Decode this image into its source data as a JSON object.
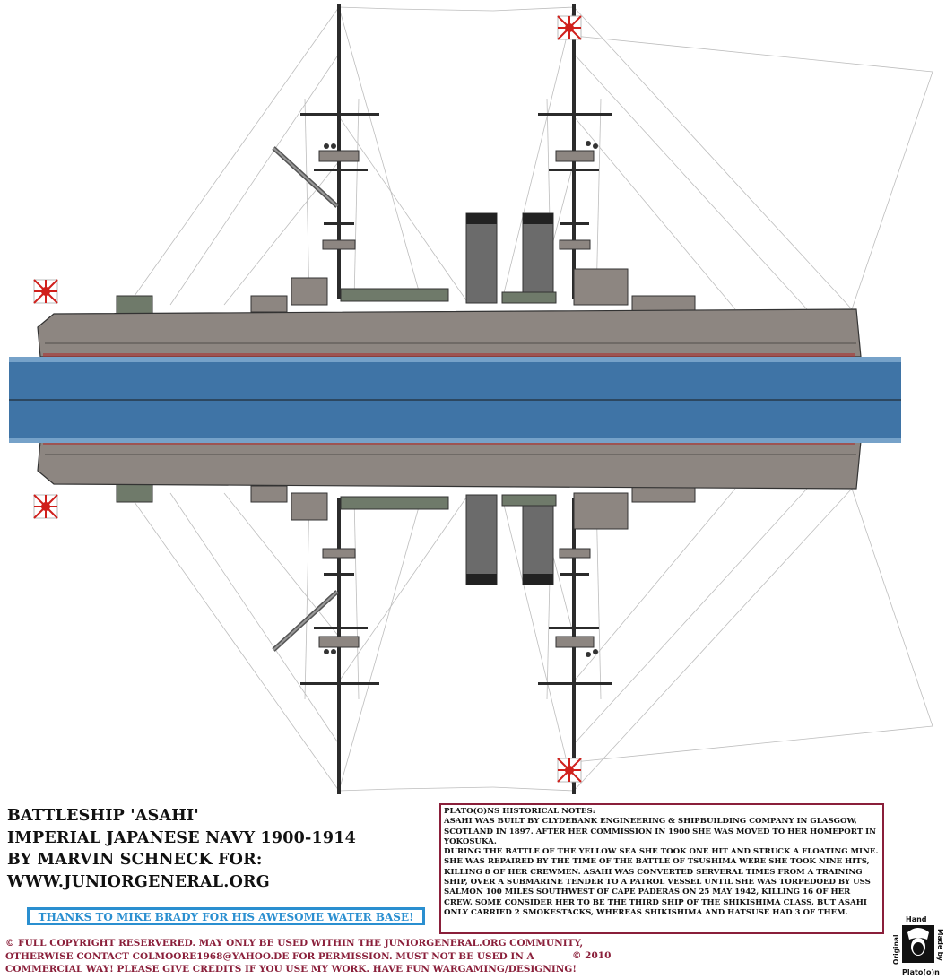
{
  "title": {
    "lines": [
      "BATTLESHIP 'ASAHI'",
      "IMPERIAL JAPANESE NAVY 1900-1914",
      "BY MARVIN SCHNECK FOR:",
      "WWW.JUNIORGENERAL.ORG"
    ]
  },
  "thanks": "THANKS TO MIKE BRADY FOR HIS AWESOME WATER BASE!",
  "notes": {
    "heading": "PLATO(O)NS HISTORICAL NOTES:",
    "paragraphs": [
      "ASAHI WAS BUILT BY CLYDEBANK ENGINEERING & SHIPBUILDING COMPANY IN GLASGOW, SCOTLAND IN 1897. AFTER HER COMMISSION IN 1900 SHE WAS MOVED TO HER HOMEPORT IN YOKOSUKA.",
      "DURING THE BATTLE OF THE YELLOW SEA SHE TOOK ONE HIT AND STRUCK A FLOATING MINE. SHE WAS REPAIRED BY THE TIME OF THE BATTLE OF TSUSHIMA WERE SHE TOOK NINE HITS, KILLING 8 OF HER CREWMEN. ASAHI WAS CONVERTED SERVERAL TIMES FROM A TRAINING SHIP, OVER A SUBMARINE TENDER TO A PATROL VESSEL UNTIL SHE WAS TORPEDOED BY USS SALMON 100 MILES SOUTHWEST OF CAPE PADERAS ON 25 MAY 1942, KILLING 16 OF HER CREW. SOME CONSIDER HER TO BE THE THIRD SHIP OF THE SHIKISHIMA CLASS, BUT ASAHI ONLY CARRIED 2 SMOKESTACKS, WHEREAS SHIKISHIMA AND HATSUSE HAD 3 OF THEM."
    ]
  },
  "copyright": {
    "line1": "© FULL COPYRIGHT RESERVERED. MAY ONLY BE USED WITHIN THE JUNIORGENERAL.ORG COMMUNITY,",
    "line2": "OTHERWISE CONTACT COLMOORE1968@YAHOO.DE FOR PERMISSION. MUST NOT BE USED IN A",
    "line3": "COMMERCIAL WAY! PLEASE GIVE CREDITS IF YOU USE MY WORK. HAVE FUN WARGAMING/DESIGNING!",
    "year": "© 2010"
  },
  "badge": {
    "original": "Original",
    "hand": "Hand",
    "made_by": "Made by",
    "author": "Plato(o)n"
  },
  "colors": {
    "hull": "#8d8681",
    "hull_dark": "#6f6a66",
    "water": "#3f74a6",
    "mast": "#2b2b2b",
    "rigging": "#b9b9b9",
    "funnel": "#6b6b6b",
    "flag_red": "#d0201c",
    "frame": "#8a1f3a",
    "thanks_blue": "#2a8fd0"
  }
}
